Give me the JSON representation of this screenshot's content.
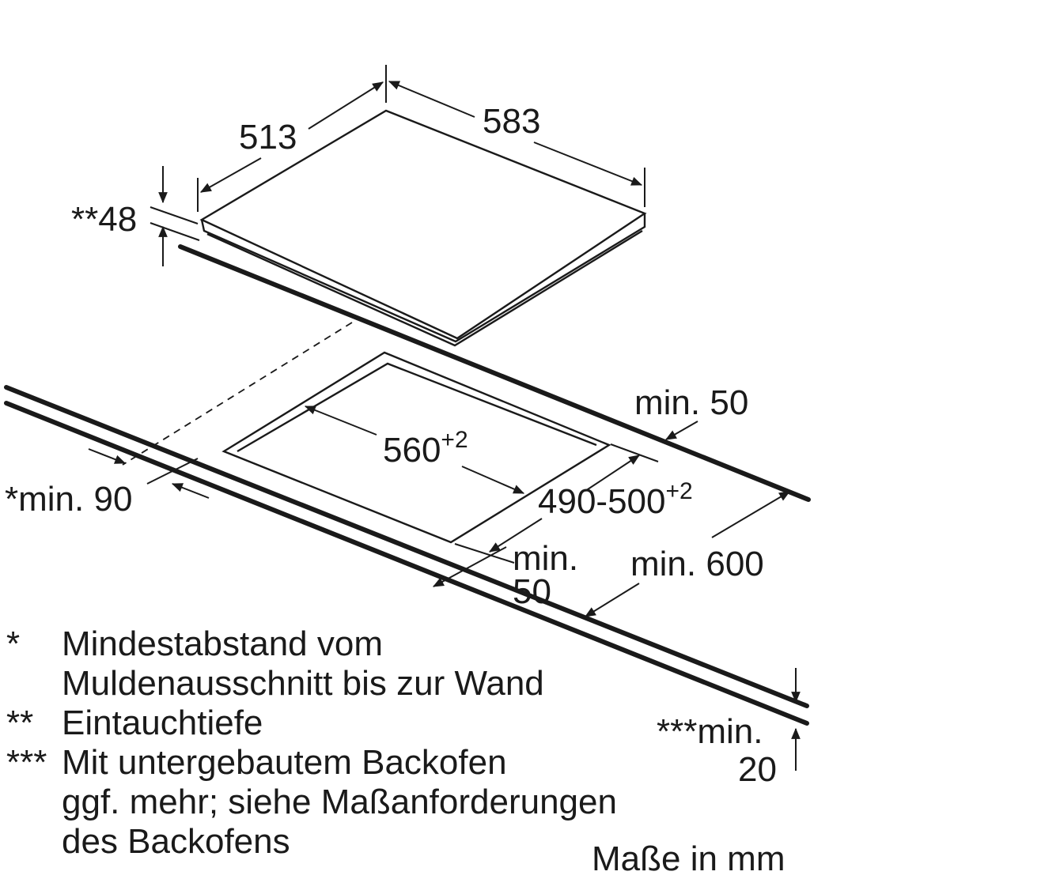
{
  "dimensions": {
    "hob_depth": "513",
    "hob_width": "583",
    "immersion_depth": "**48",
    "cutout_width": "560",
    "cutout_width_tolerance": "+2",
    "cutout_depth": "490-500",
    "cutout_depth_tolerance": "+2",
    "min_back": "min. 50",
    "min_front_wall": "*min. 90",
    "min_front_line1": "min.",
    "min_front_line2": "50",
    "min_worktop": "min. 600",
    "min_oven_line1": "***min.",
    "min_oven_line2": "20"
  },
  "notes": [
    {
      "mark": "*",
      "lines": [
        "Mindestabstand vom",
        "Muldenausschnitt bis zur Wand"
      ]
    },
    {
      "mark": "**",
      "lines": [
        "Eintauchtiefe"
      ]
    },
    {
      "mark": "***",
      "lines": [
        "Mit untergebautem Backofen",
        "ggf. mehr; siehe Maßanforderungen",
        "des Backofens"
      ]
    }
  ],
  "units_label": "Maße in mm"
}
